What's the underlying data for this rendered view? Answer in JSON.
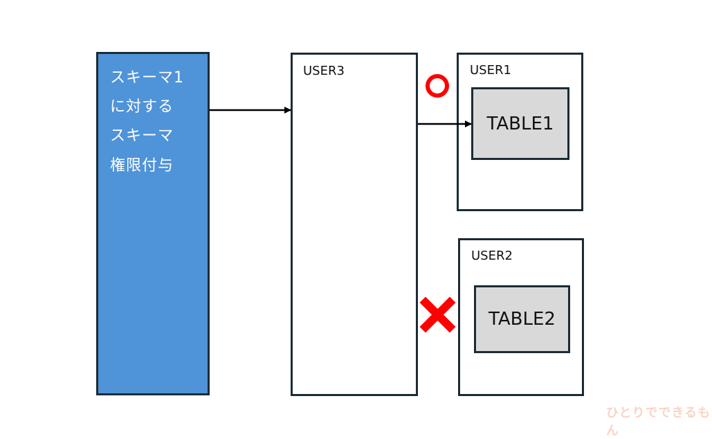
{
  "grant_box": {
    "lines": [
      "スキーマ1",
      "に対する",
      "スキーマ",
      "権限付与"
    ],
    "color": "#4f93d8"
  },
  "users": {
    "user3": {
      "label": "USER3"
    },
    "user1": {
      "label": "USER1",
      "table": "TABLE1"
    },
    "user2": {
      "label": "USER2",
      "table": "TABLE2"
    }
  },
  "marks": {
    "allowed": {
      "icon": "circle-ok-icon",
      "color": "#ff0000"
    },
    "denied": {
      "icon": "cross-ng-icon",
      "color": "#ff0000"
    }
  },
  "watermark": {
    "text": "ひとりでできるもん"
  }
}
